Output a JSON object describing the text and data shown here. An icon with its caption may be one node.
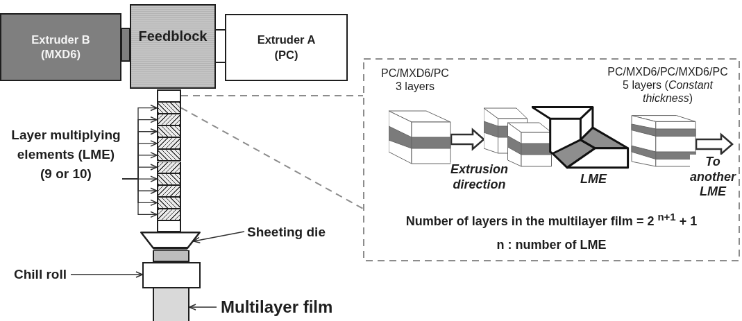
{
  "diagram": {
    "nodes": [
      {
        "text": [
          "Extruder B (MXD6)"
        ]
      },
      {
        "text": [
          "Feedblock"
        ]
      },
      {
        "text": [
          "Extruder A (PC)"
        ]
      },
      {
        "text": [],
        "shape": "box"
      },
      {
        "text": [],
        "shape": "box"
      },
      {
        "text": [],
        "shape": "box"
      },
      {
        "text": [],
        "shape": "box"
      },
      {
        "text": [],
        "shape": "box"
      },
      {
        "text": [],
        "shape": "box"
      },
      {
        "text": [],
        "shape": "box"
      },
      {
        "text": [],
        "shape": "box"
      },
      {
        "text": [],
        "shape": "box"
      },
      {
        "text": [],
        "shape": "box"
      },
      {
        "text": [],
        "shape": "box"
      },
      {
        "text": [],
        "shape": "box"
      },
      {
        "text": [],
        "shape": "trapezoid"
      },
      {
        "text": [],
        "shape": "box"
      },
      {
        "text": [],
        "shape": "box"
      },
      {
        "text": [],
        "shape": "bar"
      },
      {
        "text": [
          "Layer multiplying elements (LME) (9 or 10)"
        ]
      },
      {
        "text": [
          "Sheeting die"
        ]
      },
      {
        "text": [
          "Chill roll"
        ]
      },
      {
        "text": [
          "Multilayer film"
        ]
      },
      {
        "text": [
          "Number of layers in the multilayer film = 2 $^{n+1}$ + 1",
          "n : number of LME"
        ]
      },
      {
        "text": [],
        "shape": "picture",
        "in": 23,
        "beside": [
          "PC/MXD6/PC 3 layers"
        ]
      },
      {
        "text": [],
        "shape": "picture",
        "in": 23
      },
      {
        "text": [],
        "shape": "picture",
        "in": 23,
        "beside": [
          "LME"
        ]
      },
      {
        "text": [],
        "shape": "picture",
        "in": 23
      }
    ],
    "edges": [
      {
        "from": 19,
        "to": 4,
        "arrow": "to"
      },
      {
        "from": 19,
        "to": 5,
        "arrow": "to"
      },
      {
        "from": 19,
        "to": 6,
        "arrow": "to"
      },
      {
        "from": 19,
        "to": 7,
        "arrow": "to"
      },
      {
        "from": 19,
        "to": 8,
        "arrow": "to"
      },
      {
        "from": 19,
        "to": 9,
        "arrow": "to"
      },
      {
        "from": 19,
        "to": 10,
        "arrow": "to"
      },
      {
        "from": 19,
        "to": 11,
        "arrow": "to"
      },
      {
        "from": 19,
        "to": 12,
        "arrow": "to"
      },
      {
        "from": 19,
        "to": 13,
        "arrow": "to"
      },
      {
        "from": 20,
        "to": 15,
        "arrow": "to"
      },
      {
        "from": 21,
        "to": 17,
        "arrow": "to"
      },
      {
        "from": 22,
        "to": 18,
        "arrow": "to"
      },
      {
        "from": 3,
        "to": 23,
        "arrow": "none",
        "style": "dashed",
        "color": "#8c8c8c"
      },
      {
        "from": 4,
        "to": 23,
        "arrow": "none",
        "style": "dashed",
        "color": "#8c8c8c"
      },
      {
        "from": 24,
        "to": 25,
        "arrow": "to",
        "label": "Extrusion direction",
        "style": "thick"
      },
      {
        "from": 27,
        "to": null,
        "arrow": "to",
        "label": "To another LME",
        "style": "thick"
      }
    ],
    "labels": [
      "PC/MXD6/PC/MXD6/PC 5 layers (*Constant thickness*)"
    ]
  }
}
